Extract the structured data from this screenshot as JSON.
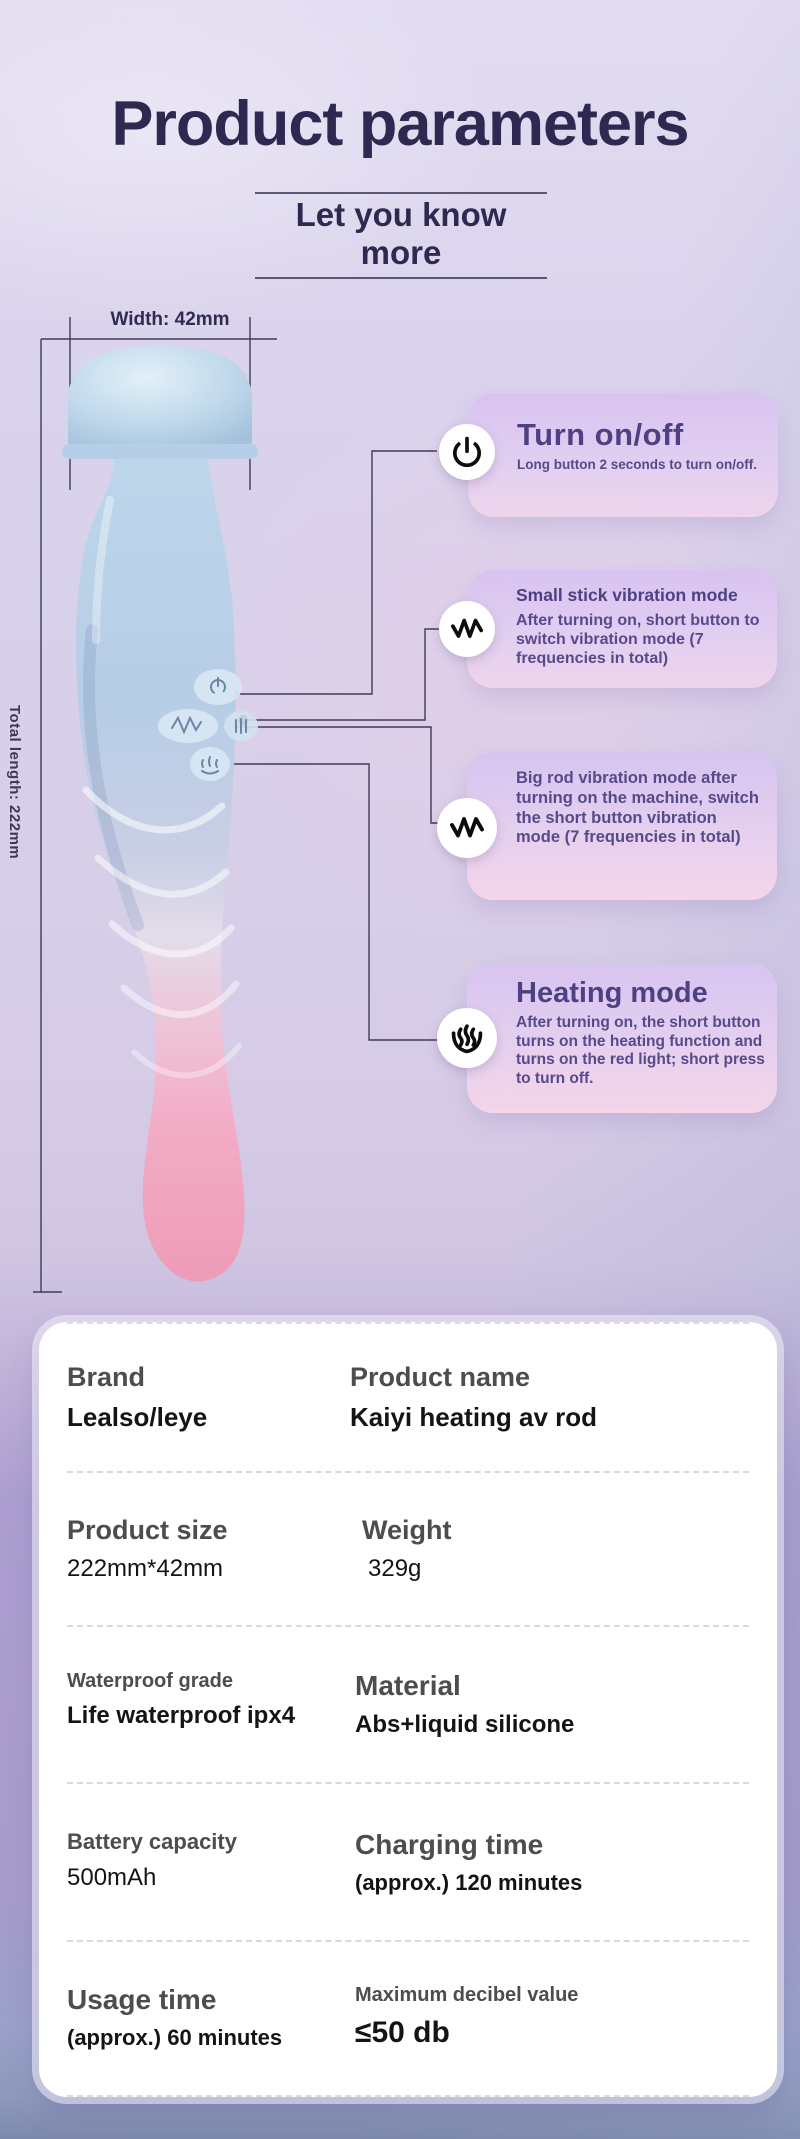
{
  "header": {
    "title": "Product parameters",
    "subtitle": "Let you know more"
  },
  "diagram": {
    "width_label": "Width: 42mm",
    "length_label": "Total length: 222mm",
    "callouts": [
      {
        "icon": "power-icon",
        "title": "Turn on/off",
        "body": "Long button 2 seconds to turn on/off."
      },
      {
        "icon": "vibration-wave-icon",
        "title": "Small stick vibration mode",
        "body": "After turning on, short button to switch vibration mode (7 frequencies in total)"
      },
      {
        "icon": "vibration-wave-icon",
        "title": "",
        "body": "Big rod vibration mode after turning on the machine, switch the short button vibration mode (7 frequencies in total)"
      },
      {
        "icon": "heat-icon",
        "title": "Heating mode",
        "body": "After turning on, the short button turns on the heating function and turns on the red light; short press to turn off."
      }
    ]
  },
  "specs": {
    "rows": [
      [
        {
          "label": "Brand",
          "value": "Lealso/leye"
        },
        {
          "label": "Product name",
          "value": "Kaiyi heating av rod"
        }
      ],
      [
        {
          "label": "Product size",
          "value": "222mm*42mm"
        },
        {
          "label": "Weight",
          "value": "329g"
        }
      ],
      [
        {
          "label": "Waterproof grade",
          "value": "Life waterproof ipx4"
        },
        {
          "label": "Material",
          "value": "Abs+liquid silicone"
        }
      ],
      [
        {
          "label": "Battery capacity",
          "value": "500mAh"
        },
        {
          "label": "Charging time",
          "value": "(approx.) 120 minutes"
        }
      ],
      [
        {
          "label": "Usage time",
          "value": "(approx.) 60 minutes"
        },
        {
          "label": "Maximum decibel value",
          "value": "≤50 db"
        }
      ]
    ]
  },
  "colors": {
    "title_navy": "#2d2950",
    "callout_purple_top": "#d8c3f1",
    "callout_purple_bottom": "#f4d5e9",
    "callout_text": "#574a8a",
    "line": "#3f3b5c",
    "card_label_gray": "#4d4d4d",
    "card_value_black": "#141414",
    "wand_blue": "#b9d3e9",
    "wand_pink": "#ef9fba"
  }
}
